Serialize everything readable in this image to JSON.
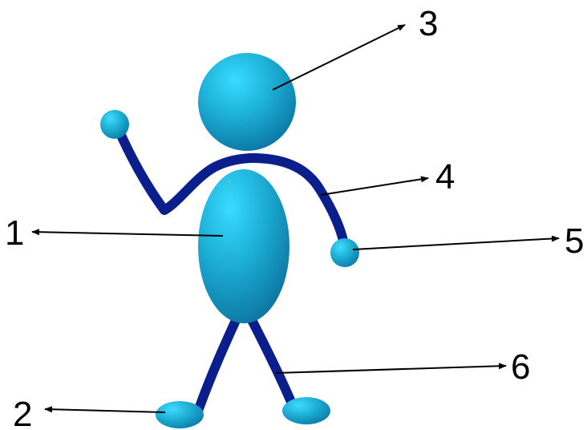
{
  "labels": {
    "n1": "1",
    "n2": "2",
    "n3": "3",
    "n4": "4",
    "n5": "5",
    "n6": "6"
  },
  "colors": {
    "body_light": "#33ccee",
    "body_mid": "#1aa6cc",
    "body_dark": "#0b78a6",
    "limb": "#0a1f8c",
    "arrow": "#000000",
    "background": "#ffffff"
  }
}
